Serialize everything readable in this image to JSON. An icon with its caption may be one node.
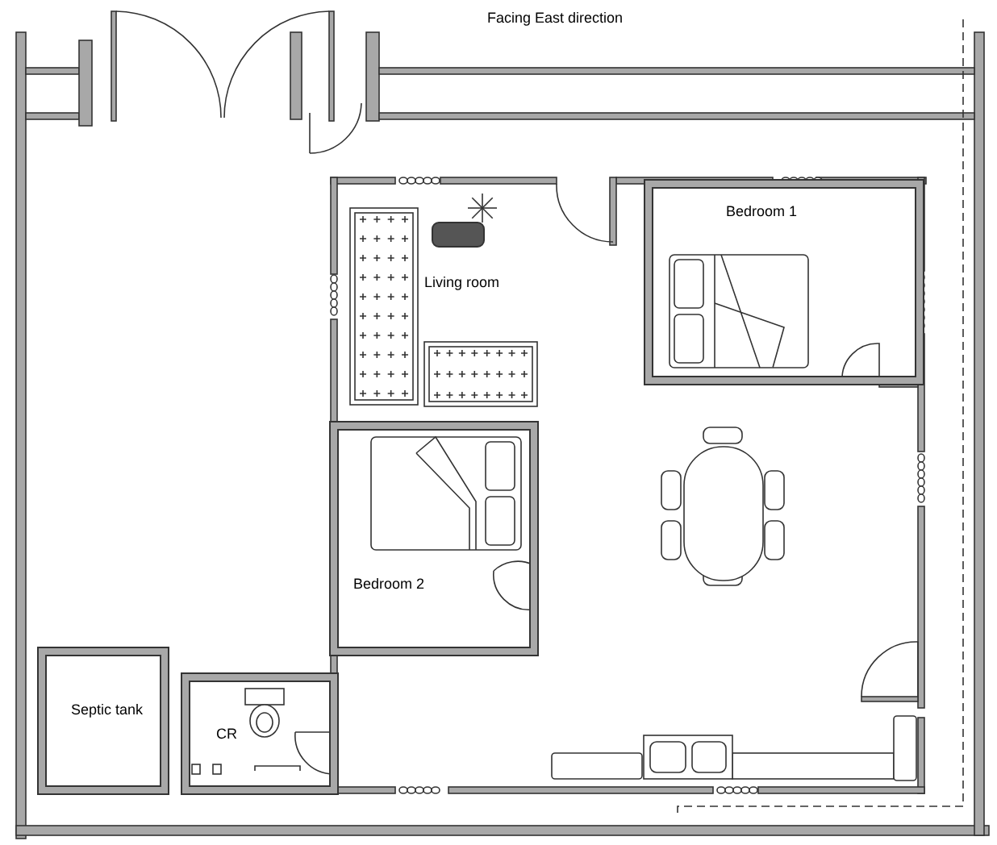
{
  "diagram": {
    "nodes": [
      {
        "text": [
          "Bedroom 1"
        ]
      },
      {
        "text": [
          "Bedroom 2"
        ]
      },
      {
        "text": [
          "Septic tank"
        ]
      },
      {
        "text": [
          "CR"
        ]
      }
    ],
    "labels": [
      "Facing East direction",
      "Living room"
    ]
  }
}
